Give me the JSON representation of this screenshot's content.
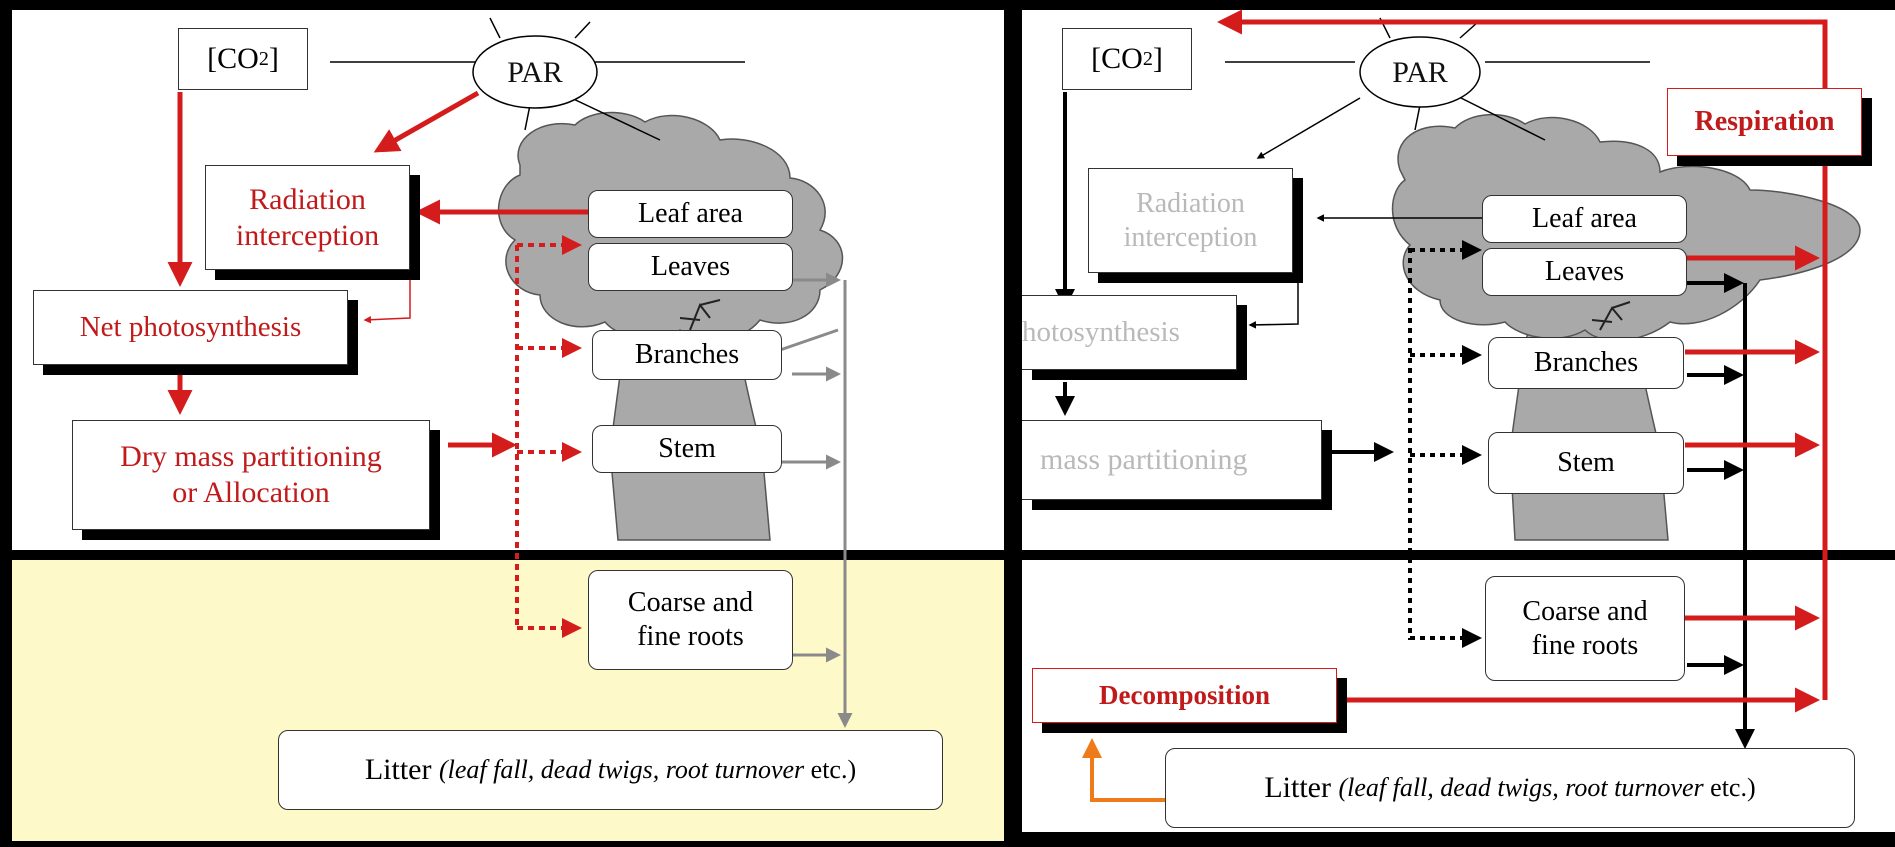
{
  "left_panel": {
    "co2": "[CO",
    "co2_sub": "2",
    "co2_close": "]",
    "par": "PAR",
    "radiation_interception": [
      "Radiation",
      "interception"
    ],
    "net_photosynthesis": "Net photosynthesis",
    "dry_mass": [
      "Dry mass partitioning",
      "or  Allocation"
    ],
    "leaf_area": "Leaf area",
    "leaves": "Leaves",
    "branches": "Branches",
    "stem": "Stem",
    "roots": [
      "Coarse and",
      "fine roots"
    ],
    "litter_main": "Litter ",
    "litter_detail": "(leaf fall, dead twigs, root turnover",
    "litter_end": " etc.)"
  },
  "right_panel": {
    "co2": "[CO",
    "co2_sub": "2",
    "co2_close": "]",
    "par": "PAR",
    "respiration": "Respiration",
    "radiation_interception": [
      "Radiation",
      "interception"
    ],
    "net_photosynthesis": "hotosynthesis",
    "dry_mass": "mass partitioning",
    "leaf_area": "Leaf area",
    "leaves": "Leaves",
    "branches": "Branches",
    "stem": "Stem",
    "roots": [
      "Coarse and",
      "fine roots"
    ],
    "decomposition": "Decomposition",
    "litter_main": "Litter ",
    "litter_detail": "(leaf fall, dead twigs, root turnover",
    "litter_end": " etc.)"
  },
  "colors": {
    "red": "#d41c1c",
    "grey_arrow": "#8a8a8a",
    "orange": "#ef7a1a",
    "soil": "#fdf9c8",
    "tree": "#a9a9a9"
  }
}
